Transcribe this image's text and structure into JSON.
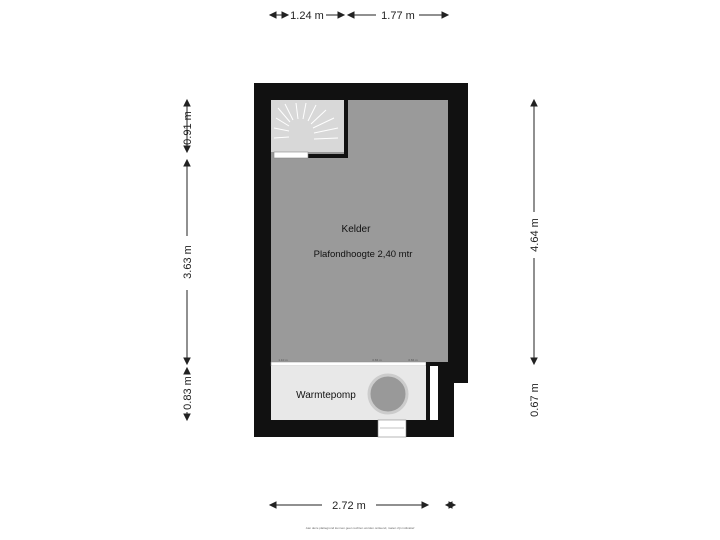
{
  "plan": {
    "room_name": "Kelder",
    "ceiling_height": "Plafondhoogte 2,40 mtr",
    "utility_label": "Warmtepomp",
    "wall_color": "#111111",
    "room_fill": "#9a9a9a",
    "utility_fill": "#e8e8e8"
  },
  "dimensions": {
    "top_left": "1.24 m",
    "top_right": "1.77 m",
    "left_upper": "0.91 m",
    "left_middle": "3.63 m",
    "left_lower": "0.83 m",
    "right_upper": "4.64 m",
    "right_lower": "0.67 m",
    "bottom": "2.72 m"
  },
  "small_labels": {
    "a": "1.10 m",
    "b": "0.84 m",
    "c": "0.84 m"
  },
  "footer": "Aan deze plattegrond kunnen geen rechten worden ontleend, maten zijn indicatief"
}
